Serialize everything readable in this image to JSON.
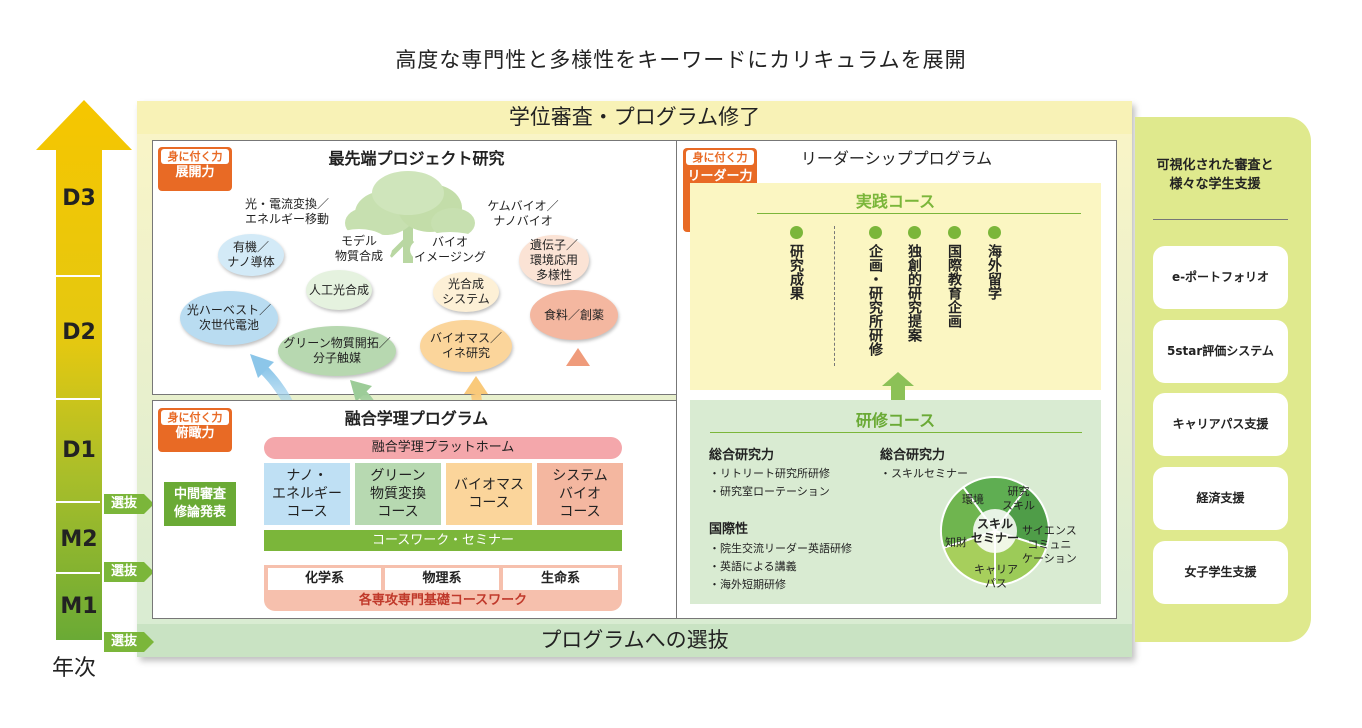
{
  "title": "高度な専門性と多様性をキーワードにカリキュラムを展開",
  "years": {
    "d3": "D3",
    "d2": "D2",
    "d1": "D1",
    "m2": "M2",
    "m1": "M1",
    "axis_label": "年次",
    "selection": "選抜"
  },
  "top_bar": "学位審査・プログラム修了",
  "bottom_bar": "プログラムへの選抜",
  "project": {
    "title": "最先端プロジェクト研究",
    "badge_small": "身に付く力",
    "badge_large": "展開力",
    "topics": {
      "opto": "光・電流変換／\nエネルギー移動",
      "organic": "有機／\nナノ導体",
      "model": "モデル\n物質合成",
      "bioimaging": "バイオ\nイメージング",
      "chembio": "ケムバイオ／\nナノバイオ",
      "gene": "遺伝子／\n環境応用\n多様性",
      "artificial": "人工光合成",
      "photosystem": "光合成\nシステム",
      "harvest": "光ハーベスト／\n次世代電池",
      "food": "食料／創薬",
      "green": "グリーン物質開拓／\n分子触媒",
      "biomass": "バイオマス／\nイネ研究"
    }
  },
  "fusion": {
    "title": "融合学理プログラム",
    "badge_small": "身に付く力",
    "badge_large": "俯瞰力",
    "platform": "融合学理プラットホーム",
    "courses": [
      "ナノ・\nエネルギー\nコース",
      "グリーン\n物質変換\nコース",
      "バイオマス\nコース",
      "システム\nバイオ\nコース"
    ],
    "coursework": "コースワーク・セミナー",
    "fields": [
      "化学系",
      "物理系",
      "生命系"
    ],
    "basic": "各専攻専門基礎コースワーク",
    "midterm": "中間審査\n修論発表"
  },
  "leadership": {
    "title": "リーダーシッププログラム",
    "badge_small": "身に付く力",
    "badge_large": "リーダー力\n国際力\n俯瞰力",
    "practice": {
      "title": "実践コース",
      "items": [
        "研究成果",
        "企画・研究所研修",
        "独創的研究提案",
        "国際教育企画",
        "海外留学"
      ]
    },
    "training": {
      "title": "研修コース",
      "groups": [
        {
          "title": "総合研究力",
          "items": [
            "・リトリート研究所研修",
            "・研究室ローテーション"
          ]
        },
        {
          "title": "総合研究力",
          "items": [
            "・スキルセミナー"
          ]
        },
        {
          "title": "国際性",
          "items": [
            "・院生交流リーダー英語研修",
            "・英語による講義",
            "・海外短期研修"
          ]
        }
      ],
      "pie": {
        "center": "スキル\nセミナー",
        "segments": [
          "環境",
          "研究\nスキル",
          "サイエンス\nコミュニ\nケーション",
          "キャリア\nパス",
          "知財"
        ],
        "colors": [
          "#5fae52",
          "#4f9d48",
          "#9ccb58",
          "#a7cf5c",
          "#6fb54f"
        ]
      }
    }
  },
  "support": {
    "title": "可視化された審査と\n様々な学生支援",
    "items": [
      "e-ポートフォリオ",
      "5star評価システム",
      "キャリアパス支援",
      "経済支援",
      "女子学生支援"
    ]
  }
}
